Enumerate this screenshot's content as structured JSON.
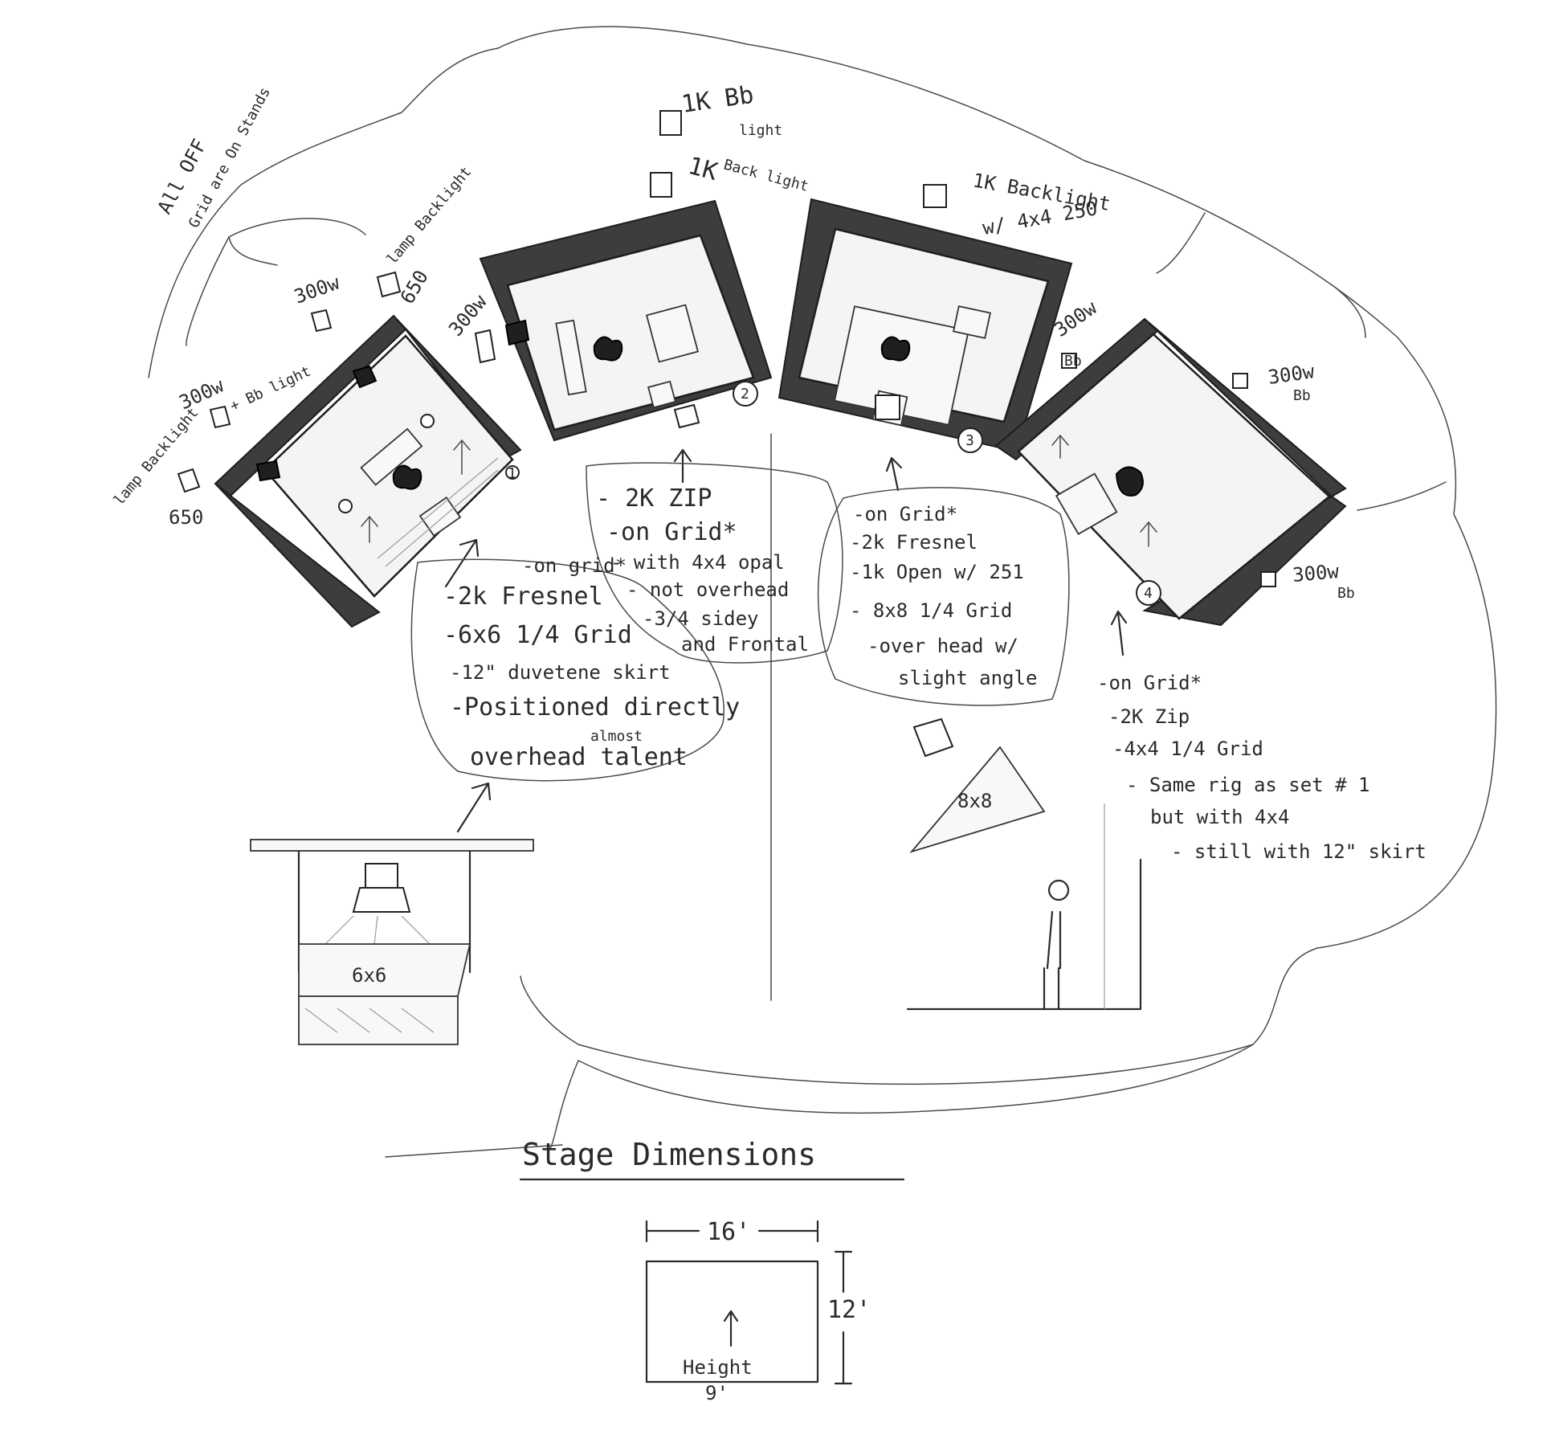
{
  "top_notes": {
    "all_off_grid": "All OFF",
    "grid_on_stands": "Grid are On Stands",
    "lamp_backlight_650_left": "lamp Backlight",
    "val_650_left": "650",
    "w300_bb_light": "300w",
    "bb_light": "+ Bb light",
    "w300_upper": "300w",
    "lamp_backlight_650_mid": "lamp Backlight",
    "val_650_mid": "650",
    "w300_set1_right": "300w",
    "k1_bb_light": "1K Bb",
    "k1_bb_light_sub": "light",
    "k1_back_light": "1K",
    "k1_back_light_sub": "Back light",
    "k1_backlight_250": "1K Backlight",
    "k1_backlight_250_sub": "w/ 4x4 250",
    "w300_bb_set4_top": "300w",
    "w300_bb_set4_top_sub": "Bb",
    "w300_bb_set4_mid": "300w",
    "w300_bb_set4_mid_sub": "Bb",
    "w300_bb_set4_low": "300w",
    "w300_bb_set4_low_sub": "Bb"
  },
  "set_numbers": [
    "1",
    "2",
    "3",
    "4"
  ],
  "notes": {
    "set1": {
      "lines": [
        "-on grid*",
        "-2k Fresnel",
        "-6x6 1/4 Grid",
        "-12\" duvetene skirt",
        "-Positioned directly",
        "almost",
        "overhead talent"
      ]
    },
    "set2": {
      "lines": [
        "- 2K ZIP",
        "-on Grid*",
        "- with 4x4 opal",
        "- not overhead",
        "-3/4 sidey",
        "and Frontal"
      ]
    },
    "set3": {
      "lines": [
        "-on Grid*",
        "-2k Fresnel",
        "-1k Open w/ 251",
        "- 8x8 1/4 Grid",
        "-over head w/",
        "slight angle"
      ]
    },
    "set4": {
      "lines": [
        "-on Grid*",
        "-2K Zip",
        "-4x4 1/4 Grid",
        "- Same rig as set # 1",
        "but with 4x4",
        "- still with 12\" skirt"
      ]
    }
  },
  "detail_labels": {
    "grid_6x6": "6x6",
    "grid_8x8": "8x8"
  },
  "stage": {
    "title": "Stage Dimensions",
    "width": "16'",
    "depth": "12'",
    "height_label": "Height",
    "height_value": "9'"
  }
}
